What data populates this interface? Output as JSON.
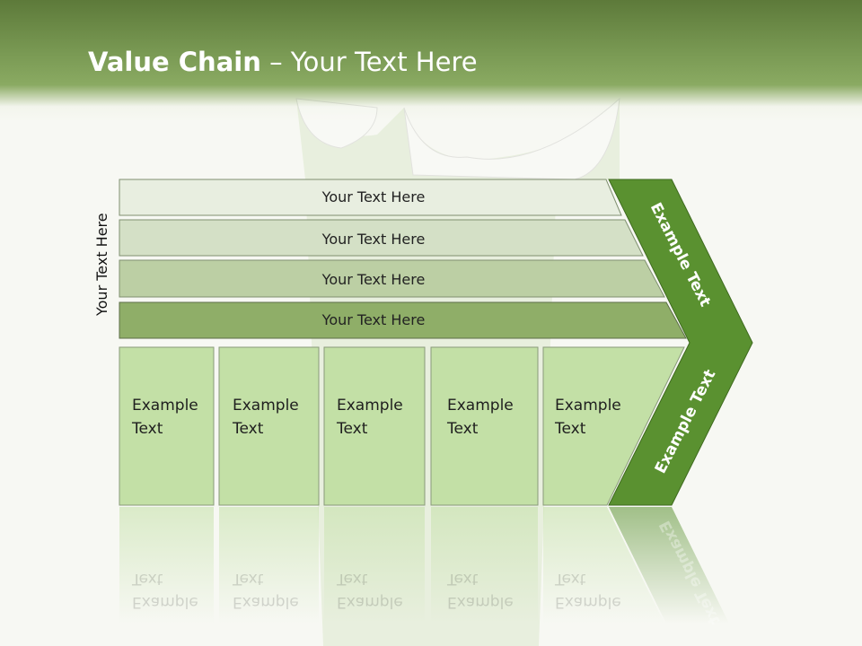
{
  "title": {
    "bold": "Value Chain",
    "rest": " – Your Text Here"
  },
  "side_label": "Your Text Here",
  "bars": [
    {
      "label": "Your Text Here"
    },
    {
      "label": "Your Text Here"
    },
    {
      "label": "Your Text Here"
    },
    {
      "label": "Your Text Here"
    }
  ],
  "boxes": [
    {
      "line1": "Example",
      "line2": "Text"
    },
    {
      "line1": "Example",
      "line2": "Text"
    },
    {
      "line1": "Example",
      "line2": "Text"
    },
    {
      "line1": "Example",
      "line2": "Text"
    },
    {
      "line1": "Example",
      "line2": "Text"
    }
  ],
  "chevron": {
    "upper_label": "Example Text",
    "lower_label": "Example Text"
  },
  "colors": {
    "header": "#6f8f48",
    "bar1": "#e8eee0",
    "bar2": "#d4e0c6",
    "bar3": "#bccfa4",
    "bar4": "#8fae68",
    "box": "#c3e0a6",
    "chevron": "#5a9130"
  }
}
